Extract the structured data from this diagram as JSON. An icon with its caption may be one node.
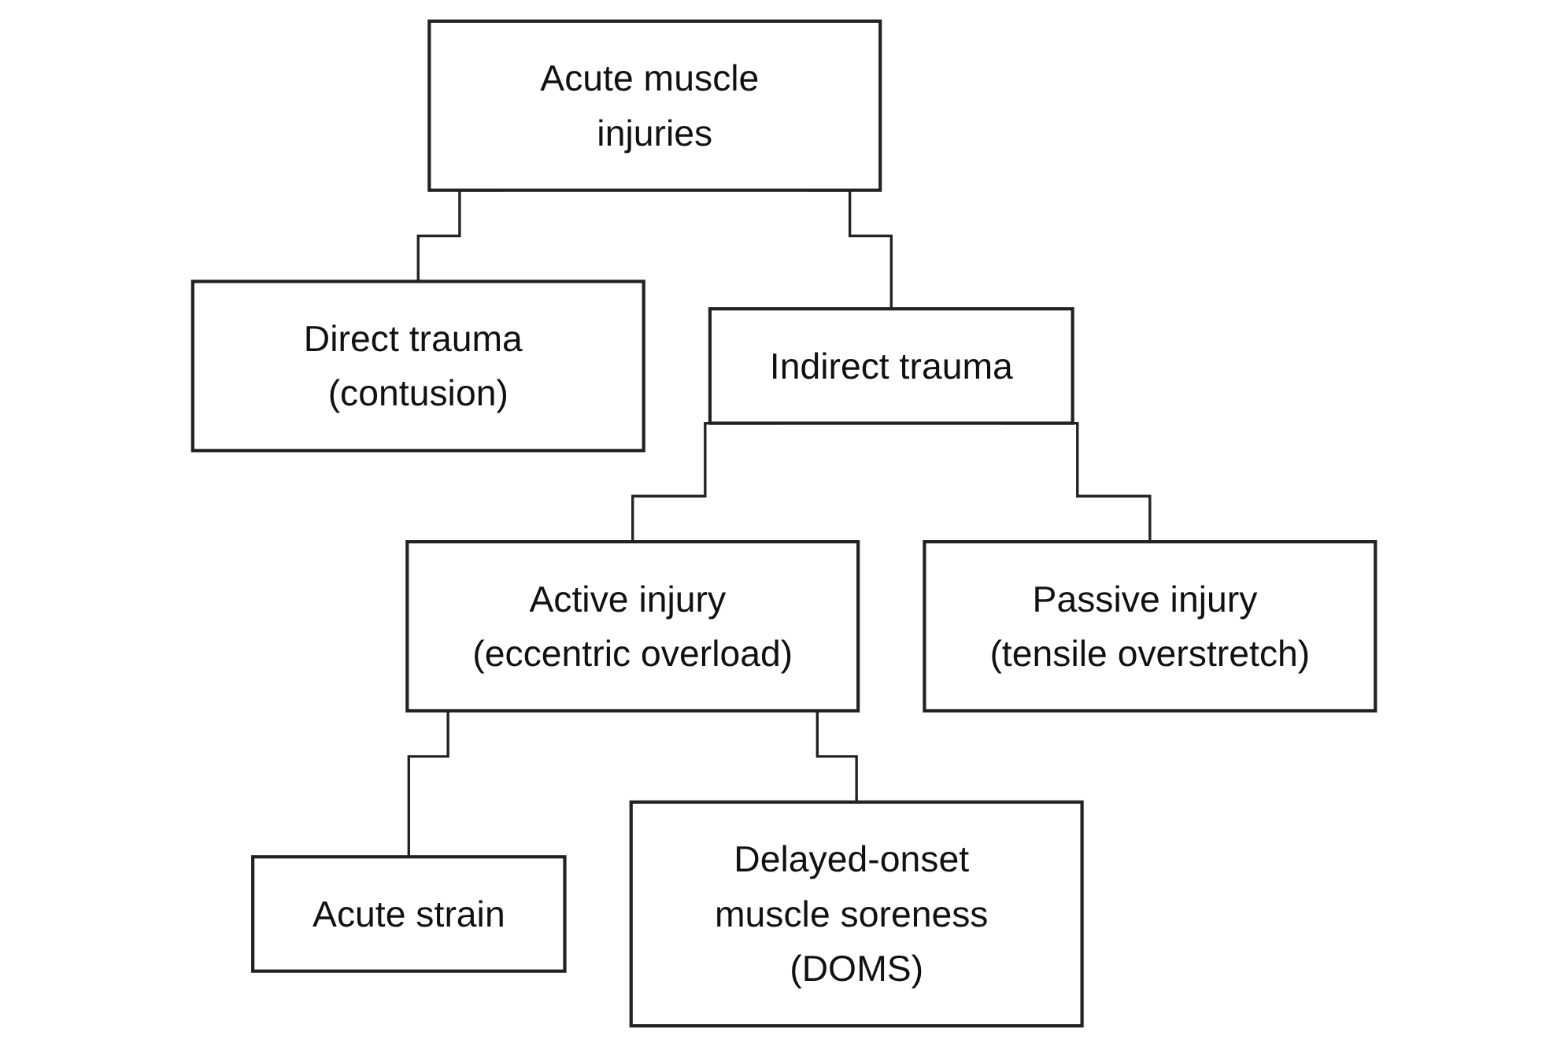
{
  "diagram": {
    "nodes": [
      {
        "text": [
          "Acute muscle injuries"
        ]
      },
      {
        "text": [
          "Direct trauma (contusion)"
        ]
      },
      {
        "text": [
          "Indirect trauma"
        ]
      },
      {
        "text": [
          "Active injury (eccentric overload)"
        ]
      },
      {
        "text": [
          "Passive injury (tensile overstretch)"
        ]
      },
      {
        "text": [
          "Acute strain"
        ]
      },
      {
        "text": [
          "Delayed-onset muscle soreness (DOMS)"
        ]
      }
    ],
    "edges": [
      {
        "from": 0,
        "to": 1,
        "arrow": "none"
      },
      {
        "from": 0,
        "to": 2,
        "arrow": "none"
      },
      {
        "from": 2,
        "to": 3,
        "arrow": "none"
      },
      {
        "from": 2,
        "to": 4,
        "arrow": "none"
      },
      {
        "from": 3,
        "to": 5,
        "arrow": "none"
      },
      {
        "from": 3,
        "to": 6,
        "arrow": "none"
      }
    ]
  }
}
